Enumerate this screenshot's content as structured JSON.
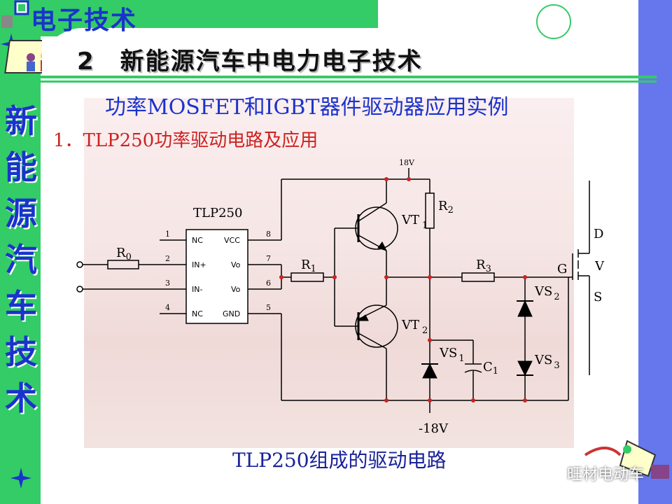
{
  "header": {
    "course_title": "电子技术",
    "section_title": "2　新能源汽车中电力电子技术"
  },
  "sidebar": {
    "vertical_title": [
      "新",
      "能",
      "源",
      "汽",
      "车",
      "技",
      "术"
    ]
  },
  "slide": {
    "subtitle": "功率MOSFET和IGBT器件驱动器应用实例",
    "item": "1．TLP250功率驱动电路及应用",
    "caption": "TLP250组成的驱动电路"
  },
  "circuit": {
    "ic_name": "TLP250",
    "pins_left": [
      {
        "num": "1",
        "name": "NC"
      },
      {
        "num": "2",
        "name": "IN+"
      },
      {
        "num": "3",
        "name": "IN-"
      },
      {
        "num": "4",
        "name": "NC"
      }
    ],
    "pins_right": [
      {
        "num": "8",
        "name": "VCC"
      },
      {
        "num": "7",
        "name": "Vo"
      },
      {
        "num": "6",
        "name": "Vo"
      },
      {
        "num": "5",
        "name": "GND"
      }
    ],
    "supply_pos": "18V",
    "supply_neg": "-18V",
    "r0": {
      "base": "R",
      "sub": "0"
    },
    "r1": {
      "base": "R",
      "sub": "1"
    },
    "r2": {
      "base": "R",
      "sub": "2"
    },
    "r3": {
      "base": "R",
      "sub": "3"
    },
    "vt1": {
      "base": "VT",
      "sub": "1"
    },
    "vt2": {
      "base": "VT",
      "sub": "2"
    },
    "vs1": {
      "base": "VS",
      "sub": "1"
    },
    "vs2": {
      "base": "VS",
      "sub": "2"
    },
    "vs3": {
      "base": "VS",
      "sub": "3"
    },
    "c1": {
      "base": "C",
      "sub": "1"
    },
    "mosfet_d": "D",
    "mosfet_g": "G",
    "mosfet_s": "S",
    "mosfet_v": "V"
  },
  "watermark": "旺材电动车",
  "colors": {
    "sidebar_green": "#33cc66",
    "title_blue": "#1a33cc",
    "item_red": "#cc2222",
    "right_bar": "#6677ee"
  }
}
